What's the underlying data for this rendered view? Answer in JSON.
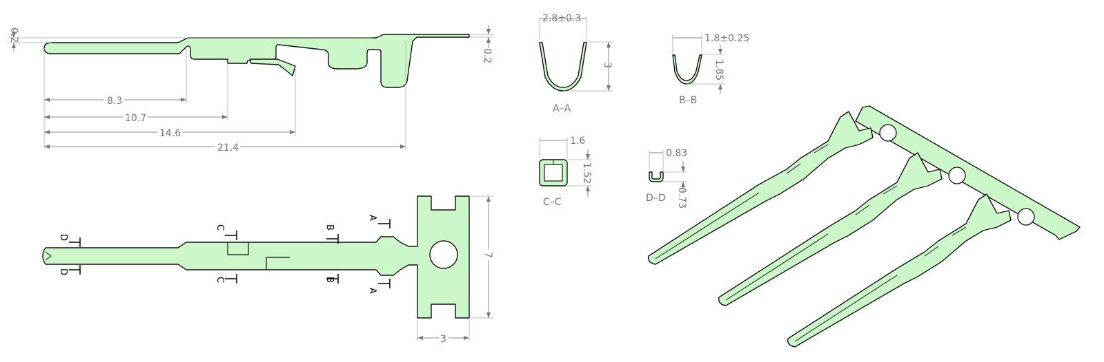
{
  "side_view": {
    "dims": {
      "thickness_left": "0.2",
      "thickness_right": "0.2",
      "d1": "8.3",
      "d2": "10.7",
      "d3": "14.6",
      "d4": "21.4"
    }
  },
  "top_view": {
    "section_marks": [
      "A",
      "A",
      "B",
      "B",
      "C",
      "C",
      "D",
      "D"
    ],
    "height": "7",
    "width": "3"
  },
  "sections": {
    "aa": {
      "label": "A–A",
      "width": "2.8±0.3",
      "height": "3"
    },
    "bb": {
      "label": "B–B",
      "width": "1.8±0.25",
      "height": "1.85"
    },
    "cc": {
      "label": "C–C",
      "width": "1.6",
      "height": "1.52"
    },
    "dd": {
      "label": "D–D",
      "width": "0.83",
      "height": "0.73"
    }
  },
  "colors": {
    "part_fill": "#ccf7c9",
    "outline": "#111111"
  }
}
